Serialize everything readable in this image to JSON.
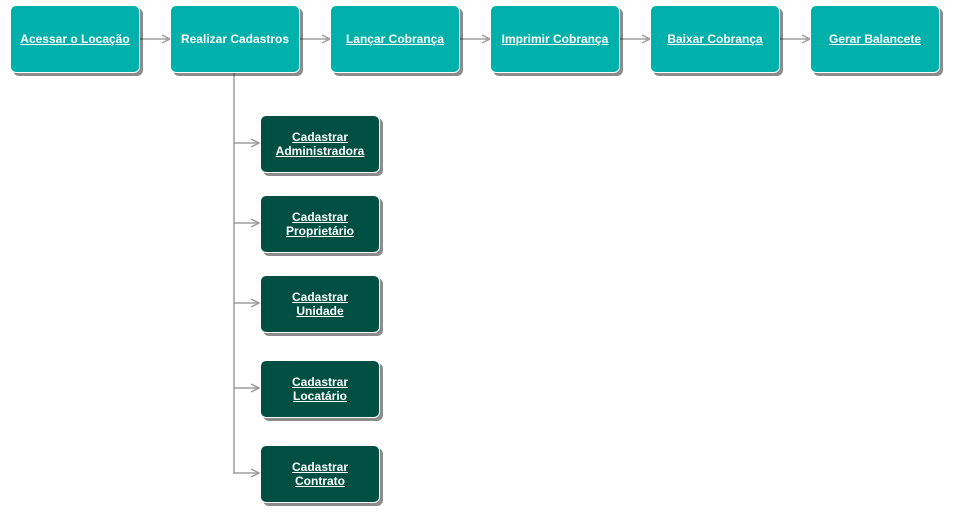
{
  "colors": {
    "main_step": "#00b0aa",
    "sub_step": "#004f43",
    "connector": "#9e9e9e"
  },
  "flow": {
    "main_steps": [
      {
        "id": "acessar-locacao",
        "label": "Acessar o Locação",
        "link": true
      },
      {
        "id": "realizar-cadastros",
        "label": "Realizar Cadastros",
        "link": false
      },
      {
        "id": "lancar-cobranca",
        "label": "Lançar Cobrança",
        "link": true
      },
      {
        "id": "imprimir-cobranca",
        "label": "Imprimir Cobrança",
        "link": true
      },
      {
        "id": "baixar-cobranca",
        "label": "Baixar Cobrança",
        "link": true
      },
      {
        "id": "gerar-balancete",
        "label": "Gerar Balancete",
        "link": true
      }
    ],
    "cadastros": [
      {
        "id": "cadastrar-administradora",
        "label": "Cadastrar Administradora",
        "link": true
      },
      {
        "id": "cadastrar-proprietario",
        "label": "Cadastrar Proprietário",
        "link": true
      },
      {
        "id": "cadastrar-unidade",
        "label": "Cadastrar Unidade",
        "link": true
      },
      {
        "id": "cadastrar-locatario",
        "label": "Cadastrar Locatário",
        "link": true
      },
      {
        "id": "cadastrar-contrato",
        "label": "Cadastrar Contrato",
        "link": true
      }
    ]
  }
}
